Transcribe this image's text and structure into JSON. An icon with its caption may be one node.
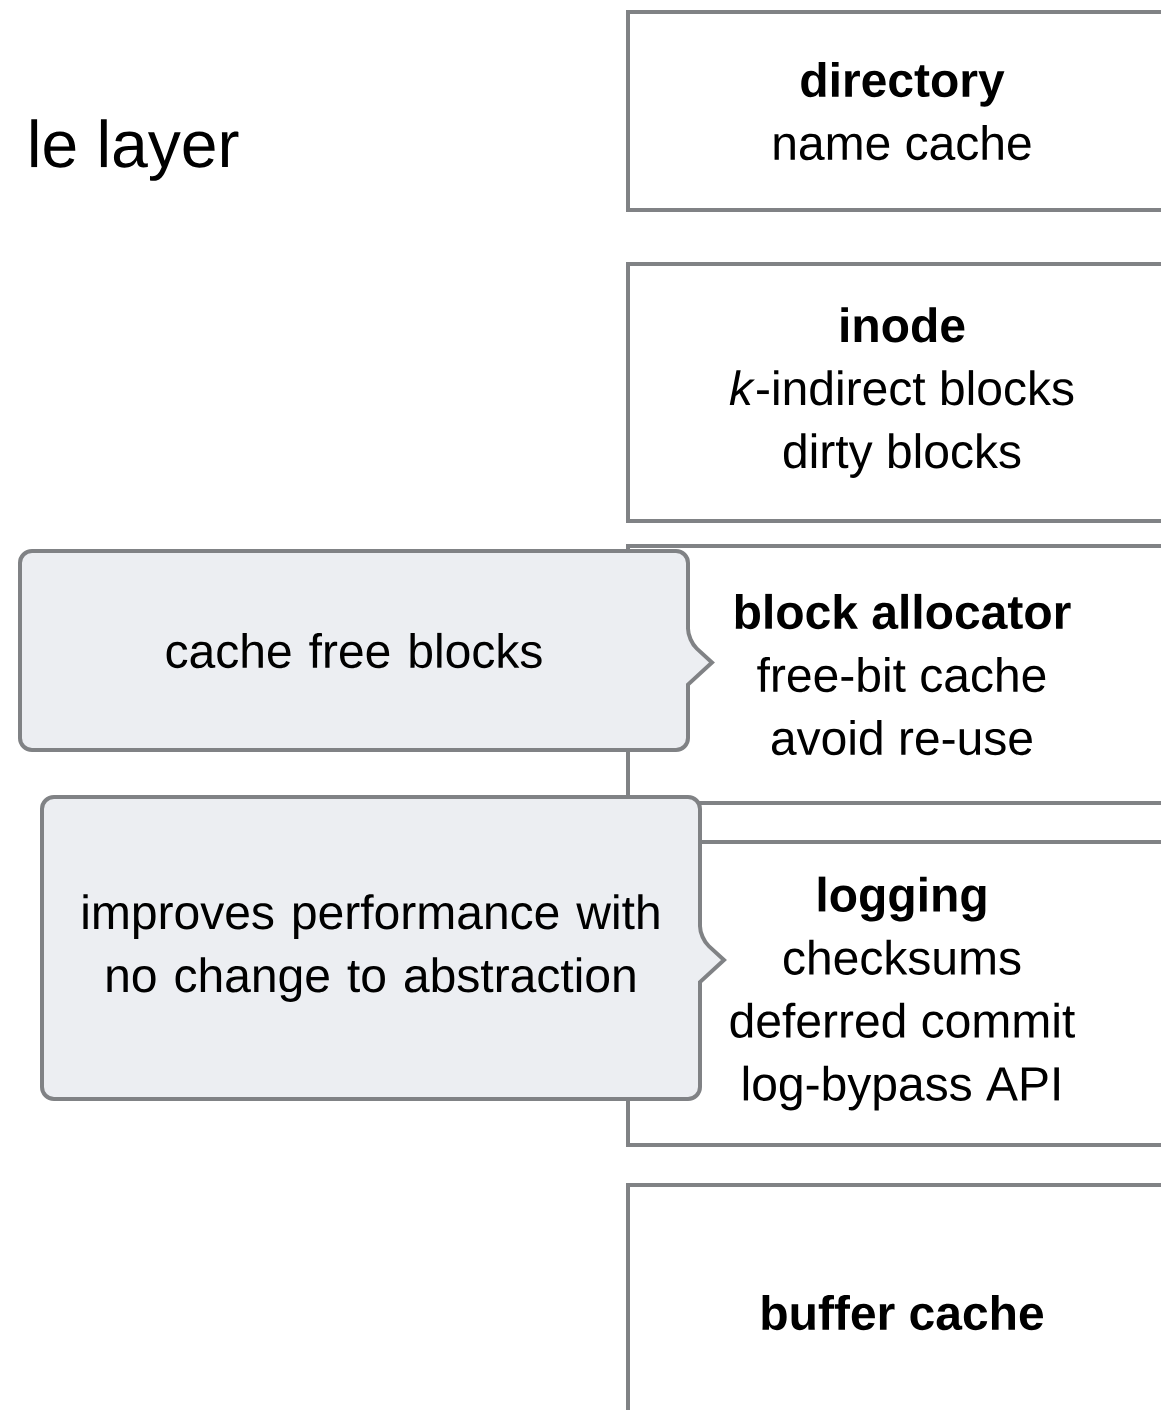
{
  "diagram": {
    "title": "le layer",
    "nodes": [
      {
        "text": [
          "directory",
          "name cache"
        ]
      },
      {
        "text": [
          "inode",
          "*k*-indirect blocks",
          "dirty blocks"
        ]
      },
      {
        "text": [
          "block allocator",
          "free-bit cache",
          "avoid re-use"
        ]
      },
      {
        "text": [
          "logging",
          "checksums",
          "deferred commit",
          "log-bypass API"
        ]
      },
      {
        "text": [
          "buffer cache"
        ]
      },
      {
        "text": [
          "cache free blocks"
        ]
      },
      {
        "text": [
          "improves performance with no change to abstraction"
        ]
      }
    ]
  }
}
